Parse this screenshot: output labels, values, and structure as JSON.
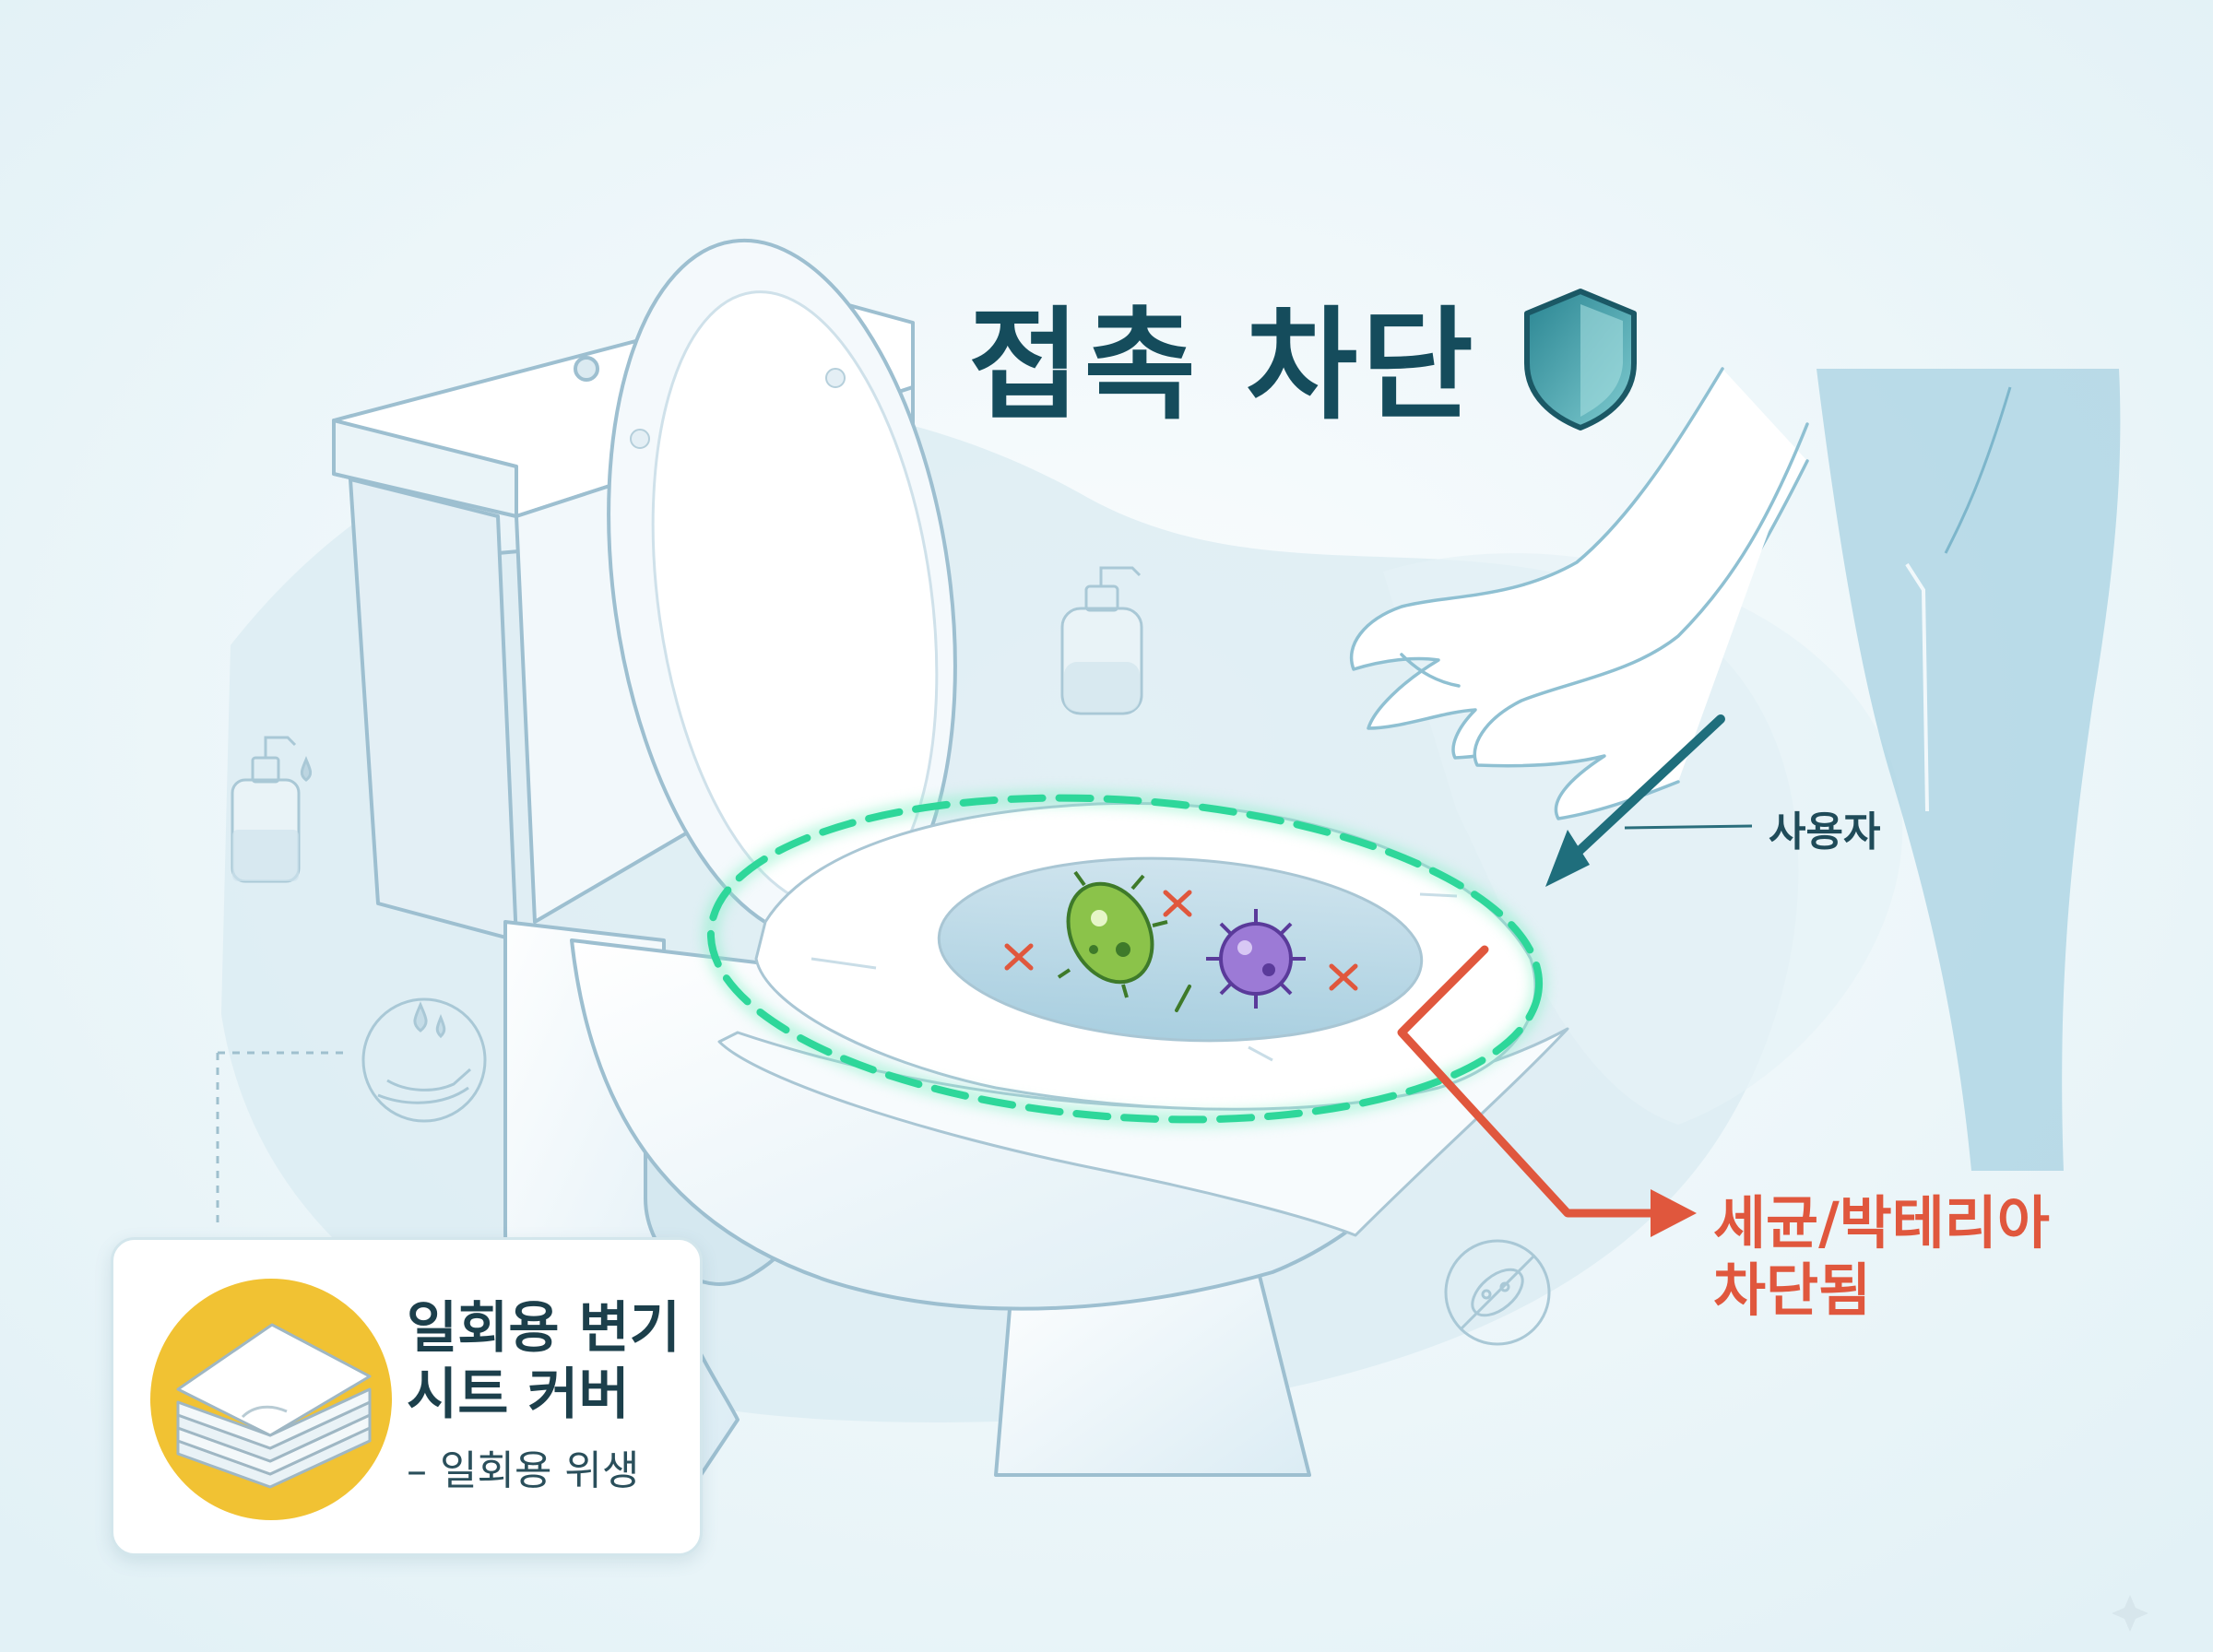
{
  "headline": {
    "title": "접촉 차단"
  },
  "labels": {
    "user": "사용자",
    "blocked_line1": "세균/박테리아",
    "blocked_line2": "차단됨"
  },
  "product_card": {
    "line1": "일회용 변기",
    "line2": "시트 커버",
    "subtitle": "– 일회용 위생"
  },
  "colors": {
    "title_text": "#154c5c",
    "accent_red": "#e0573d",
    "barrier_green": "#2ed79a",
    "shield_teal": "#2f8e99",
    "arrow_teal": "#1f6e7c",
    "badge_yellow": "#f1c233"
  },
  "icons": [
    "shield-icon",
    "soap-bottle-icon",
    "hand-water-icon",
    "no-germ-icon",
    "sparkle-icon",
    "germ-icon",
    "virus-icon",
    "paper-stack-icon"
  ]
}
